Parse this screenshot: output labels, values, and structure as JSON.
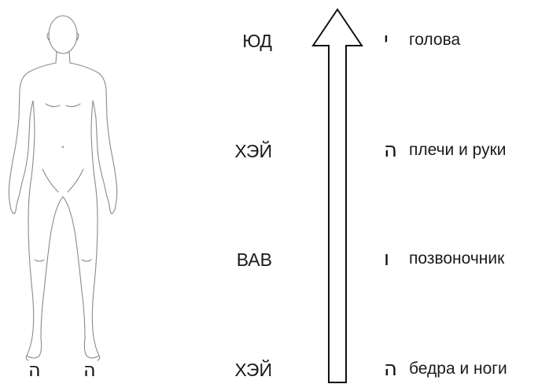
{
  "figure": {
    "foot_letters": [
      "ה",
      "ה"
    ]
  },
  "rows": [
    {
      "label": "ЮД",
      "letter": "י",
      "body_part": "голова"
    },
    {
      "label": "ХЭЙ",
      "letter": "ה",
      "body_part": "плечи и руки"
    },
    {
      "label": "ВАВ",
      "letter": "ו",
      "body_part": "позвоночник"
    },
    {
      "label": "ХЭЙ",
      "letter": "ה",
      "body_part": "бедра и ноги"
    }
  ],
  "colors": {
    "outline": "#8a8a8a",
    "arrow_stroke": "#111111",
    "text": "#1a1a1a"
  }
}
